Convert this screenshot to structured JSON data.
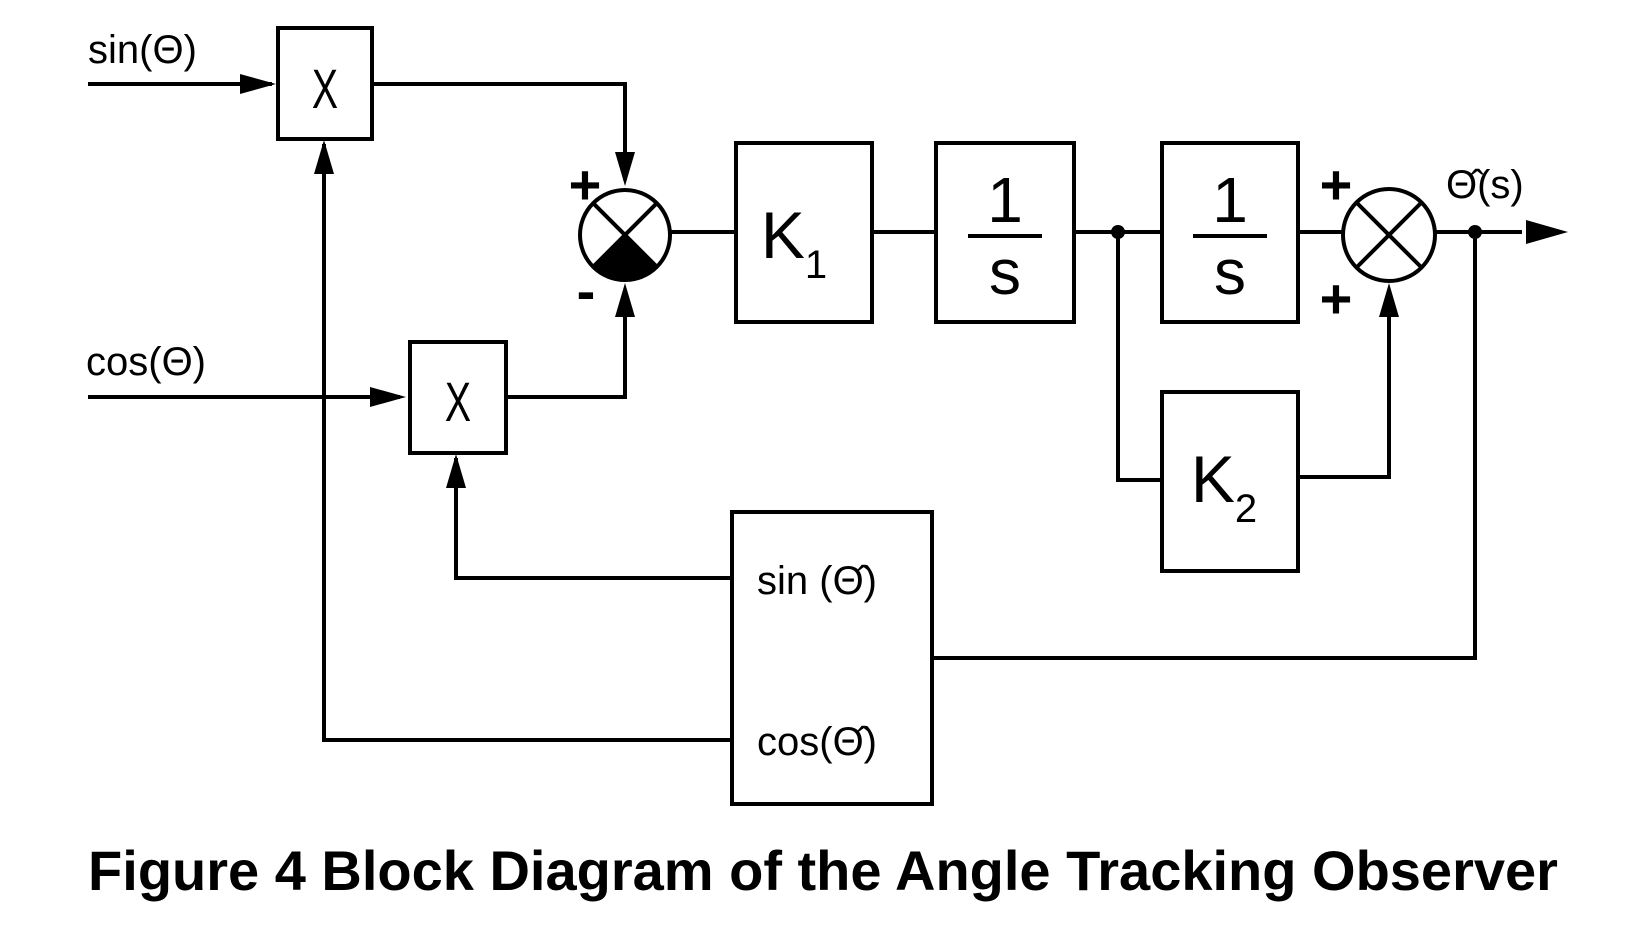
{
  "inputs": {
    "sin": "sin(Θ)",
    "cos": "cos(Θ)"
  },
  "multipliers": {
    "top": "X",
    "bottom": "X"
  },
  "summer1": {
    "plus": "+",
    "minus": "-"
  },
  "gain1": {
    "letter": "K",
    "sub": "1"
  },
  "integrator1": {
    "num": "1",
    "den": "s"
  },
  "integrator2": {
    "num": "1",
    "den": "s"
  },
  "gain2": {
    "letter": "K",
    "sub": "2"
  },
  "summer2": {
    "plus_top": "+",
    "plus_bottom": "+"
  },
  "output": {
    "label": "Θ̂(s)"
  },
  "trig_block": {
    "sin": "sin (Θ̂)",
    "cos": "cos(Θ̂)"
  },
  "caption": "Figure 4 Block Diagram of the Angle Tracking Observer"
}
